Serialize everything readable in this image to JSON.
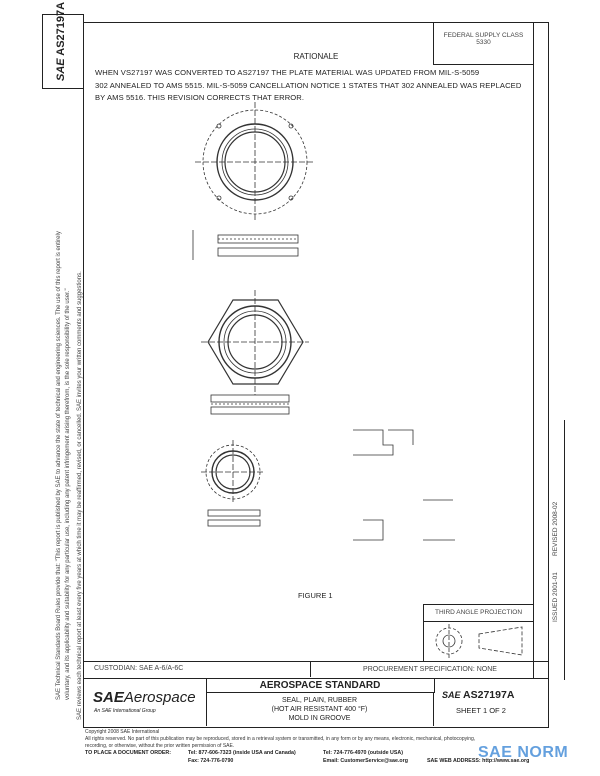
{
  "side_tab": {
    "logo": "SAE",
    "doc_number": "AS27197A"
  },
  "side_notice": {
    "line1": "SAE Technical Standards Board Rules provide that: \"This report is published by SAE to advance the state of technical and engineering sciences. The use of this report is entirely",
    "line2": "voluntary, and its applicability and suitability for any particular use, including any patent infringement arising therefrom, is the sole responsibility of the user.\"",
    "line3": "SAE reviews each technical report at least every five years at which time it may be reaffirmed, revised, or cancelled. SAE invites your written comments and suggestions."
  },
  "header": {
    "fsc_line1": "FEDERAL SUPPLY CLASS",
    "fsc_line2": "5330",
    "rationale_title": "RATIONALE",
    "rationale_lines": [
      "WHEN VS27197 WAS CONVERTED TO AS27197 THE PLATE MATERIAL WAS UPDATED FROM MIL-S-5059",
      "302 ANNEALED TO AMS 5515. MIL-S-5059 CANCELLATION NOTICE 1 STATES THAT 302 ANNEALED WAS REPLACED",
      "BY AMS 5516. THIS REVISION CORRECTS THAT ERROR."
    ]
  },
  "drawing": {
    "figure_label": "FIGURE 1"
  },
  "revision": {
    "issued": "ISSUED 2001-01",
    "revised": "REVISED 2008-02"
  },
  "projection": {
    "label": "THIRD ANGLE PROJECTION"
  },
  "title_block": {
    "custodian": "CUSTODIAN: SAE A-6/A-6C",
    "procurement": "PROCUREMENT SPECIFICATION: NONE",
    "logo_sae": "SAE",
    "logo_aerospace": "Aerospace",
    "logo_tagline": "An SAE International Group",
    "standard_type": "AEROSPACE STANDARD",
    "title_lines": [
      "SEAL, PLAIN, RUBBER",
      "(HOT AIR RESISTANT 400 °F)",
      "MOLD IN GROOVE"
    ],
    "doc_logo": "SAE",
    "doc_number": "AS27197A",
    "sheet": "SHEET 1 OF 2"
  },
  "footer": {
    "copyright": "Copyright 2008 SAE International",
    "rights_line1": "All rights reserved. No part of this publication may be reproduced, stored in a retrieval system or transmitted, in any form or by any means, electronic, mechanical, photocopying,",
    "rights_line2": "recording, or otherwise, without the prior written permission of SAE.",
    "order_label": "TO PLACE A DOCUMENT ORDER:",
    "tel_us": "Tel: 877-606-7323 (inside USA and Canada)",
    "fax": "Fax: 724-776-0790",
    "tel_intl": "Tel: 724-776-4970 (outside USA)",
    "email": "Email: CustomerService@sae.org",
    "web": "SAE WEB ADDRESS: http://www.sae.org"
  },
  "watermark": {
    "text": "SAE NORM",
    "color": "#4a90d9"
  }
}
